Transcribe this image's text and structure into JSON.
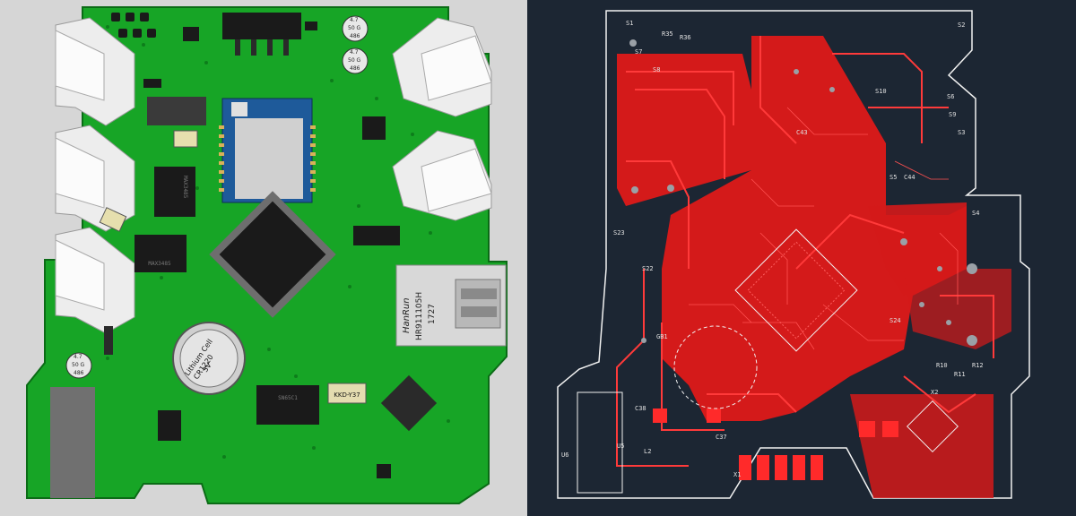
{
  "colors": {
    "left_background": "#d6d6d6",
    "pcb_green": "#17a526",
    "pcb_green_dark": "#0f8a1d",
    "chip_black": "#1a1a1a",
    "connector_white": "#ededed",
    "right_background": "#1c2633",
    "copper_red": "#d41a1a",
    "board_outline": "#f2f2f2"
  },
  "render3d": {
    "battery_label_line1": "Lithium Cell",
    "battery_label_line2": "CR1220",
    "battery_label_line3": "3V",
    "ethernet_brand": "HanRun",
    "ethernet_part": "HR911105H",
    "ethernet_code": "1727",
    "cap_value_1": "4.7",
    "cap_voltage_1": "50 G",
    "cap_code_1": "486",
    "cap_value_2": "4.7",
    "cap_voltage_2": "50 G",
    "cap_code_2": "486",
    "cap_value_3": "4.7",
    "cap_voltage_3": "50 G",
    "cap_code_3": "486",
    "crystal_label": "KKD-Y37",
    "ic_label_1": "MAX3485",
    "ic_label_2": "MAX3485",
    "ic_label_3": "SN65C1",
    "wifi_module_icon": "wifi-antenna-icon"
  },
  "layout_designators": [
    "S1",
    "S2",
    "S3",
    "S4",
    "S5",
    "S6",
    "S7",
    "S8",
    "S9",
    "S10",
    "R35",
    "R36",
    "C43",
    "C44",
    "U5",
    "U6",
    "L2",
    "X1",
    "X2",
    "GB1",
    "C37",
    "C38",
    "S22",
    "S23",
    "S24",
    "R10",
    "R11",
    "R12"
  ]
}
